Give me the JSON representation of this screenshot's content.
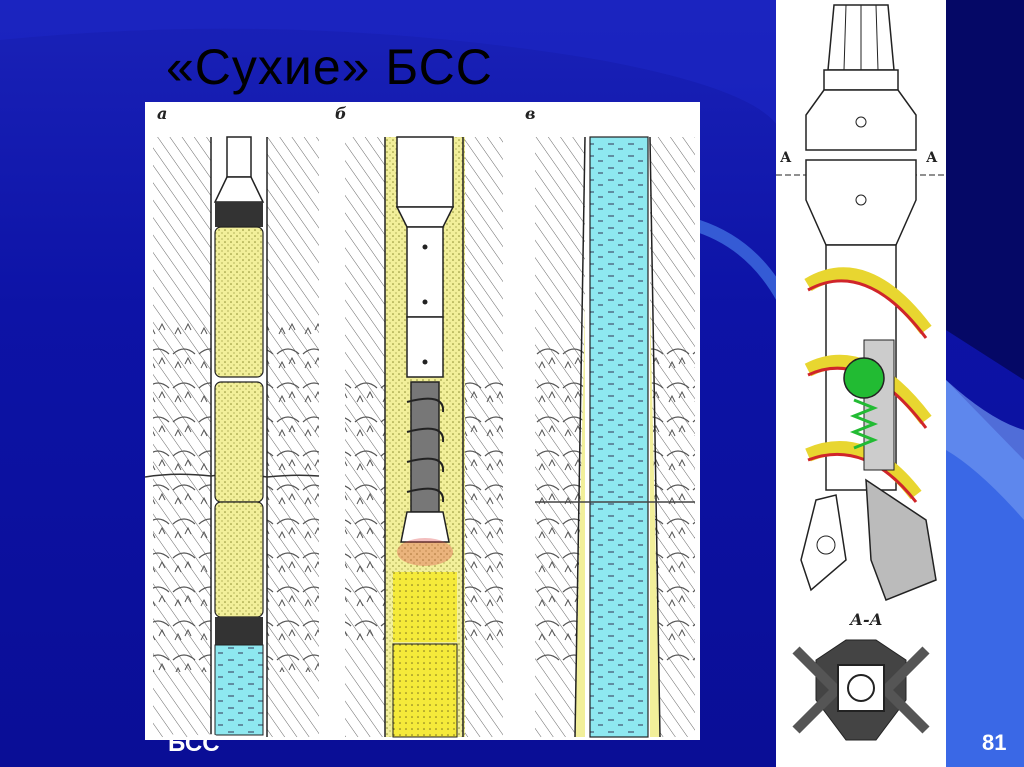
{
  "slide": {
    "title": "«Сухие» БСС",
    "footer_label": "БСС",
    "page_number": "81"
  },
  "figure_main": {
    "panel_labels": [
      "а",
      "б",
      "в"
    ]
  },
  "figure_side": {
    "section_label": "А-А",
    "cut_marker_left": "А",
    "cut_marker_right": "А"
  },
  "colors": {
    "background_blue": "#0d13a6",
    "powder_yellow": "#f2ef9a",
    "bright_yellow": "#f5ea3a",
    "water_cyan": "#8ee8f0",
    "spiral_red": "#d0252a",
    "ball_green": "#22bb33"
  }
}
